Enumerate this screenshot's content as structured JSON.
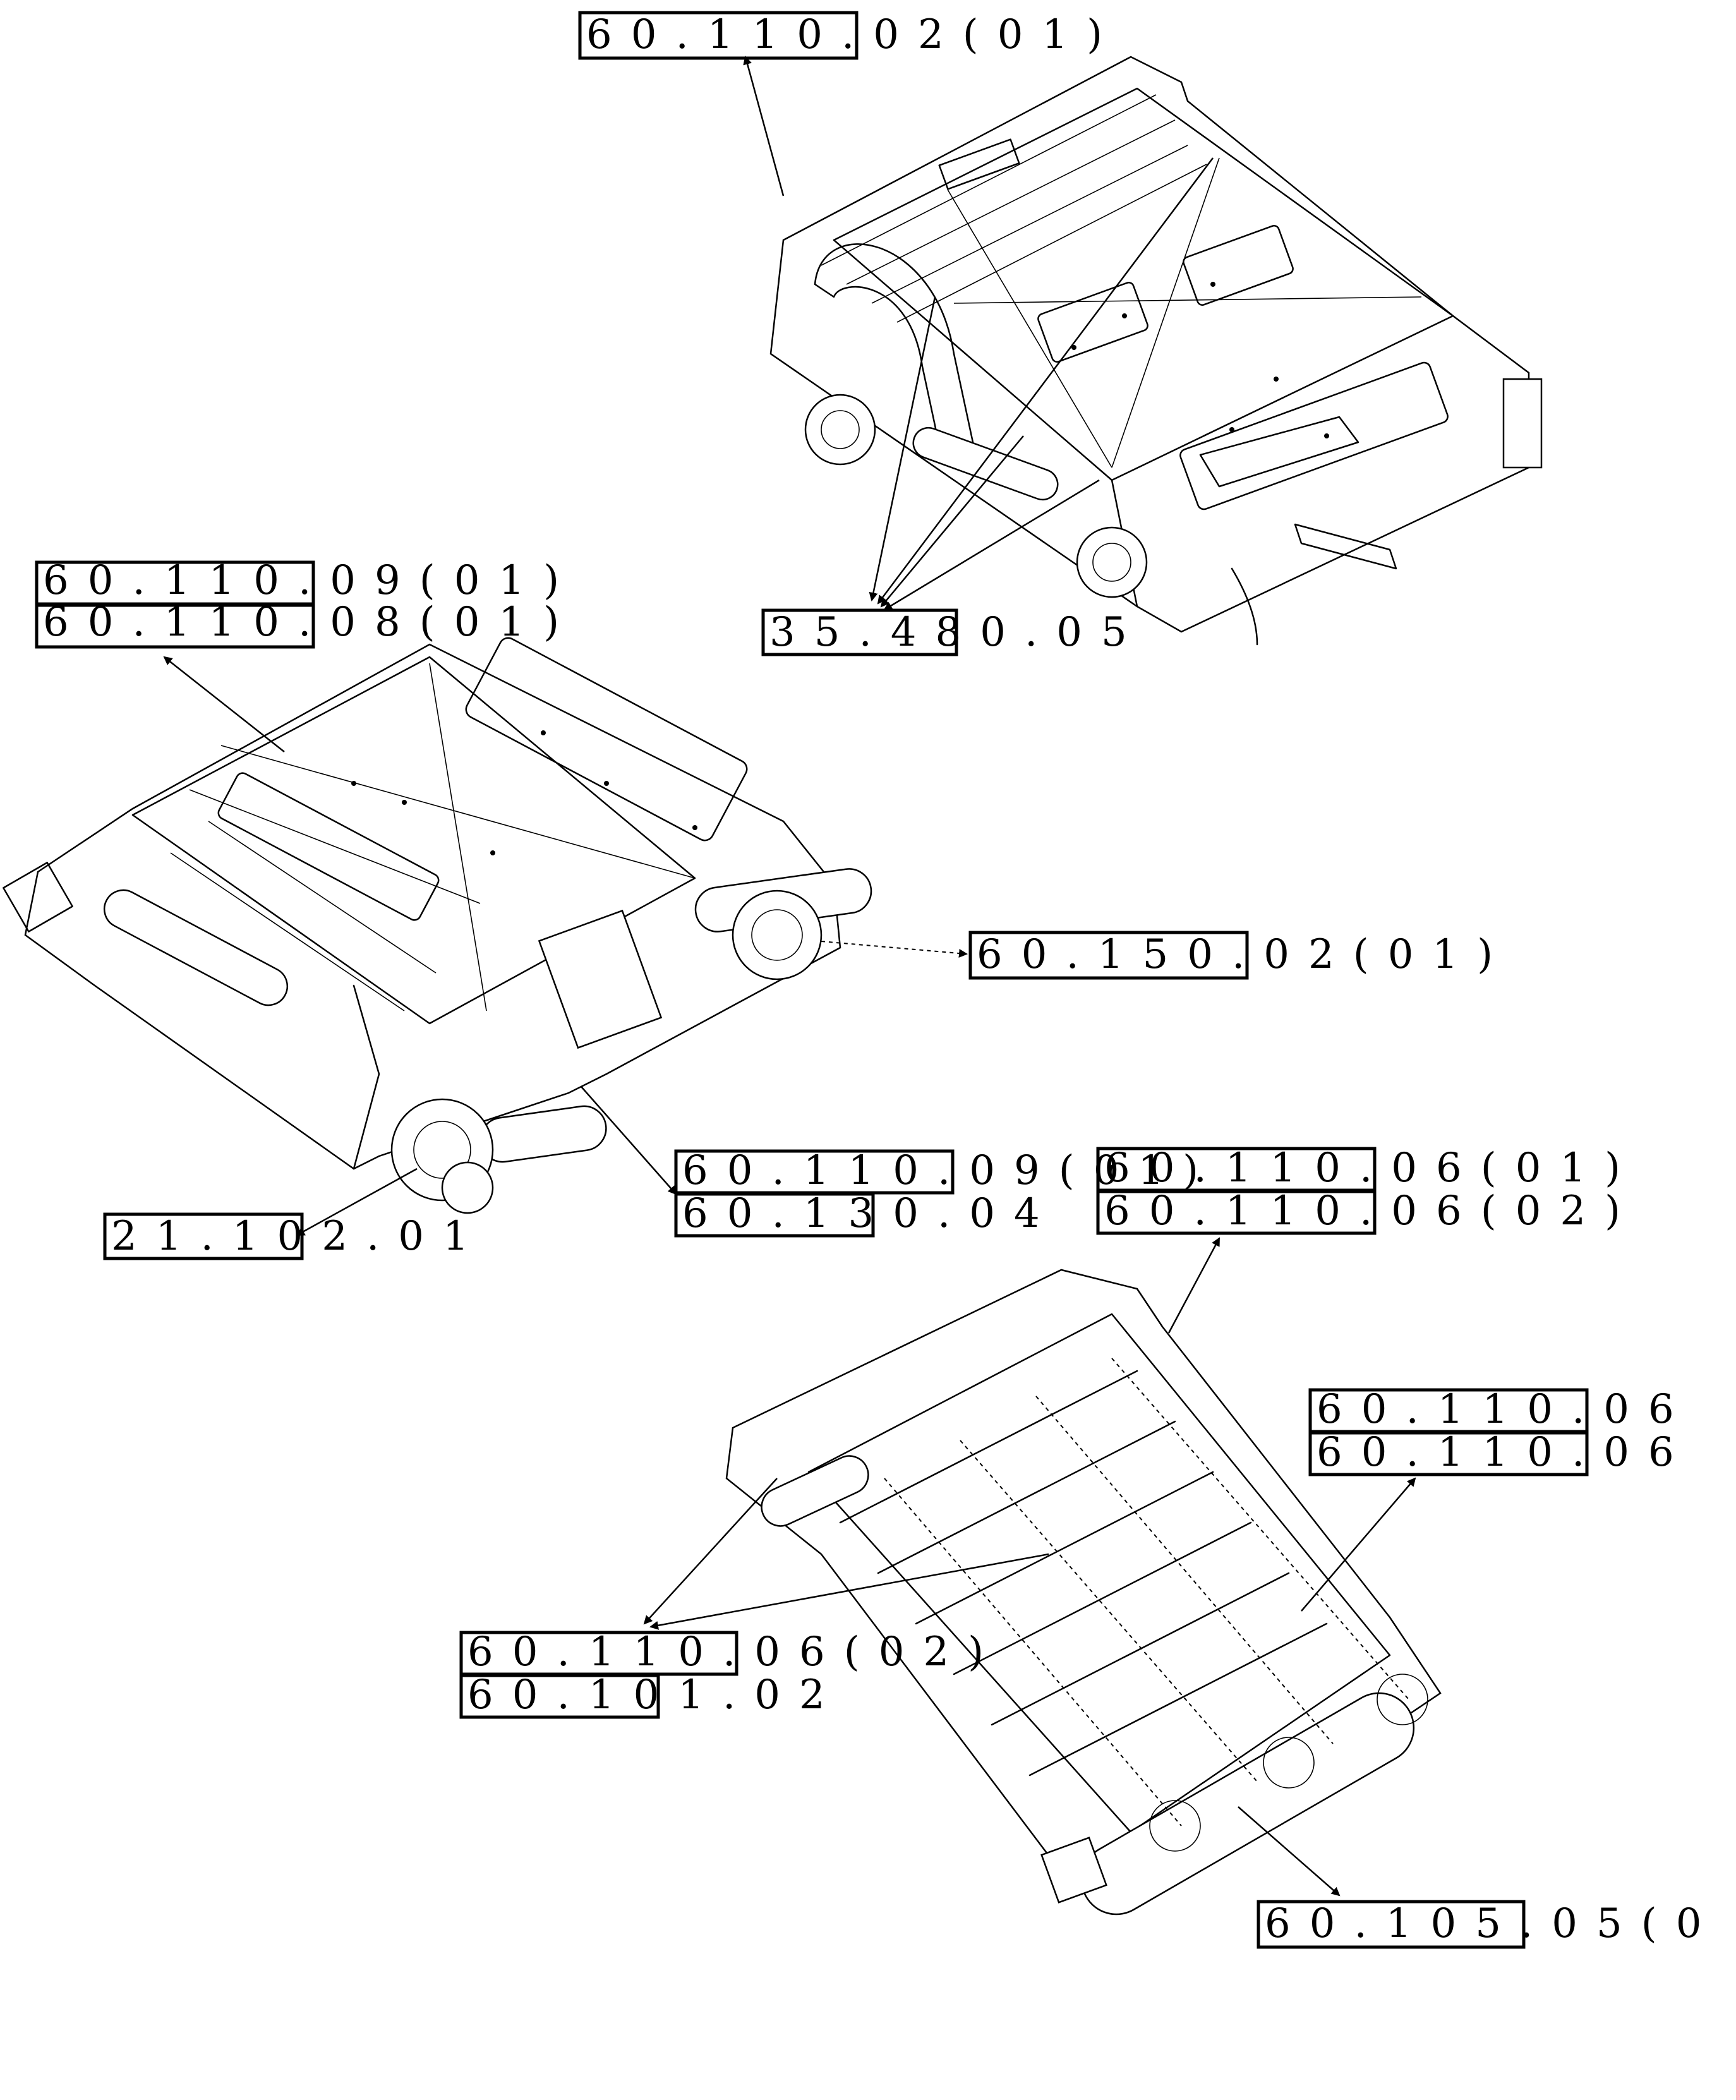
{
  "callouts": [
    {
      "code": "60.110",
      "suffix": ".02(01)"
    },
    {
      "code": "60.110",
      "suffix": ".09(01)"
    },
    {
      "code": "60.110",
      "suffix": ".08(01)"
    },
    {
      "code": "35.480",
      "suffix": ".05"
    },
    {
      "code": "60.150",
      "suffix": ".02(01)"
    },
    {
      "code": "60.110",
      "suffix": ".09(01)"
    },
    {
      "code": "60.130",
      "suffix": ".04"
    },
    {
      "code": "60.110",
      "suffix": ".06(01)"
    },
    {
      "code": "60.110",
      "suffix": ".06(02)"
    },
    {
      "code": "21.102",
      "suffix": ".01"
    },
    {
      "code": "60.110",
      "suffix": ".06"
    },
    {
      "code": "60.110",
      "suffix": ".06"
    },
    {
      "code": "60.110",
      "suffix": ".06(02)"
    },
    {
      "code": "60.101",
      "suffix": ".02"
    },
    {
      "code": "60.105",
      "suffix": ".05(0"
    }
  ]
}
